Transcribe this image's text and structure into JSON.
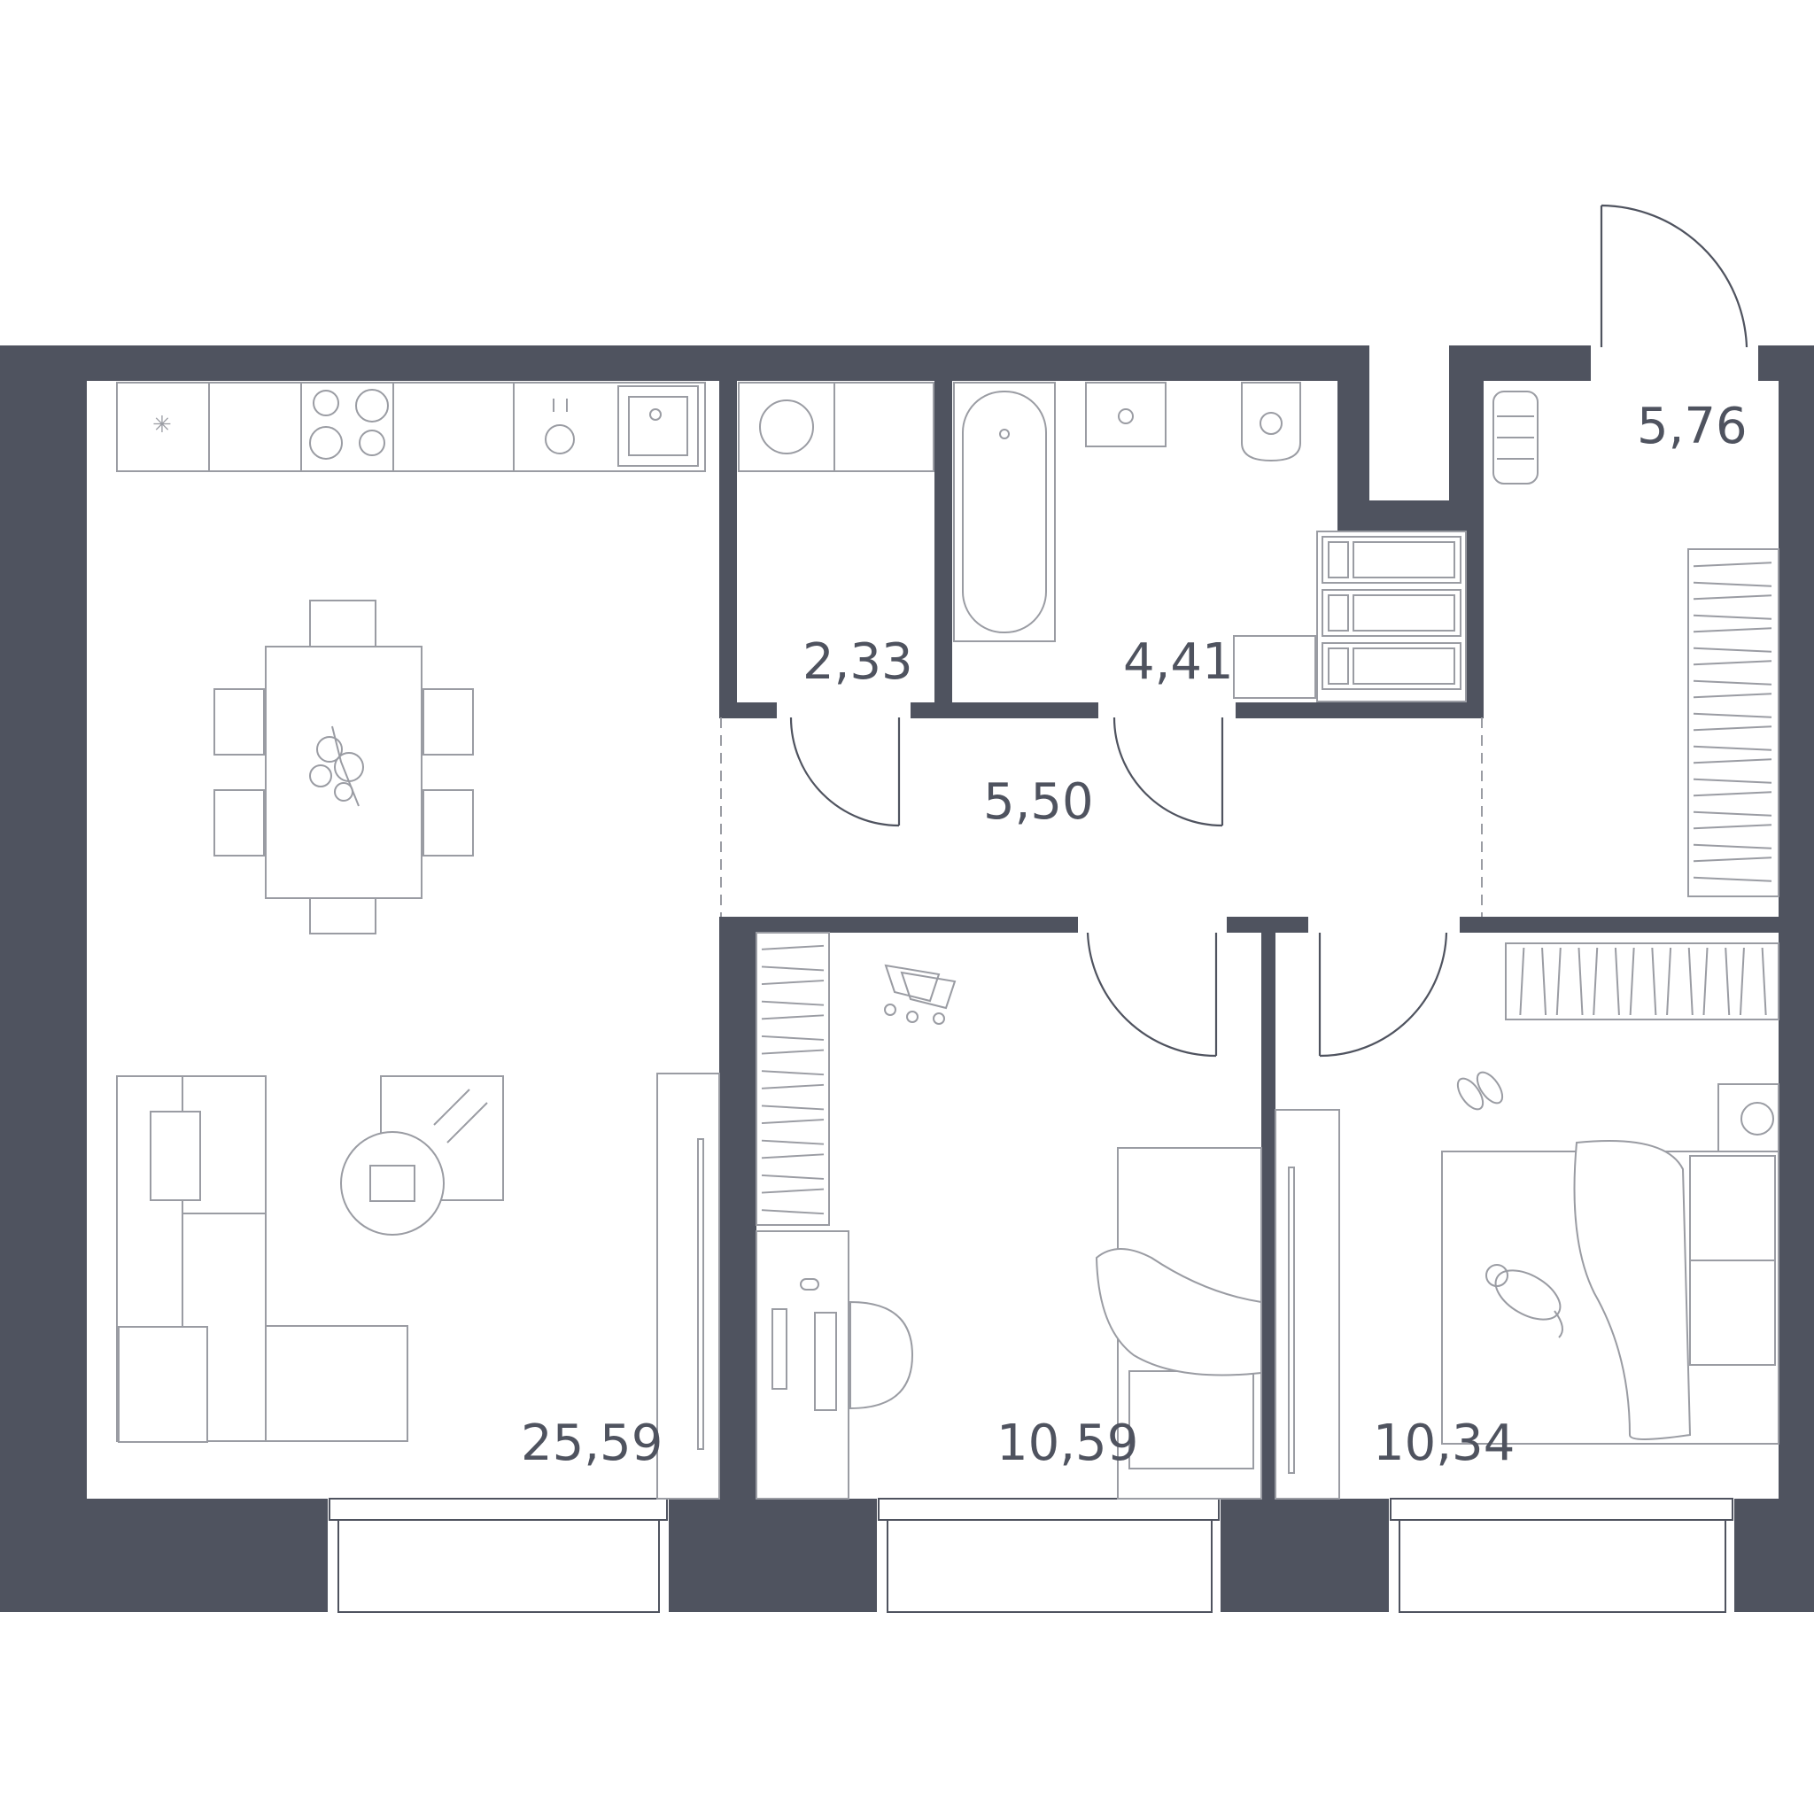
{
  "rooms": [
    {
      "id": "living-kitchen",
      "area": "25,59"
    },
    {
      "id": "laundry",
      "area": "2,33"
    },
    {
      "id": "bathroom",
      "area": "4,41"
    },
    {
      "id": "hallway",
      "area": "5,50"
    },
    {
      "id": "entrance-hall",
      "area": "5,76"
    },
    {
      "id": "bedroom-1",
      "area": "10,59"
    },
    {
      "id": "bedroom-2",
      "area": "10,34"
    }
  ],
  "colors": {
    "wall": "#4f535f",
    "furniture": "#9a9ca3",
    "background": "#ffffff"
  }
}
